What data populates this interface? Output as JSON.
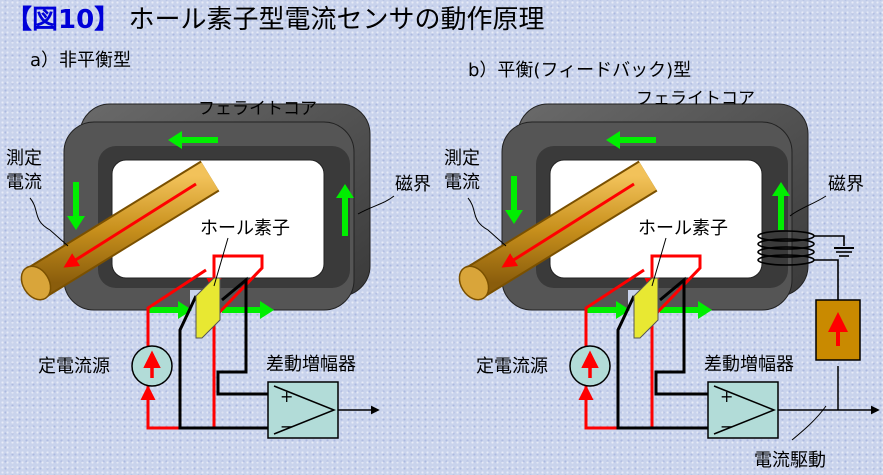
{
  "header": {
    "tag": "【図10】",
    "title": "ホール素子型電流センサの動作原理"
  },
  "panel_a": {
    "subtitle": "a）非平衡型",
    "core_label": "フェライトコア",
    "current_label_line1": "測定",
    "current_label_line2": "電流",
    "field_label": "磁界",
    "hall_label": "ホール素子",
    "source_label": "定電流源",
    "amp_label": "差動増幅器",
    "plus": "+",
    "minus": "−"
  },
  "panel_b": {
    "subtitle": "b）平衡(フィードバック)型",
    "core_label": "フェライトコア",
    "current_label_line1": "測定",
    "current_label_line2": "電流",
    "field_label": "磁界",
    "hall_label": "ホール素子",
    "source_label": "定電流源",
    "amp_label": "差動増幅器",
    "drive_label": "電流駆動",
    "plus": "+",
    "minus": "−"
  },
  "colors": {
    "core": "#4d4d4d",
    "arrow_green": "#00ee00",
    "wire_red": "#ff0000",
    "conductor": "#c8901c",
    "hall_element": "#e8e832",
    "driver_box": "#c98a00",
    "amp_box": "#b2dcd8"
  }
}
